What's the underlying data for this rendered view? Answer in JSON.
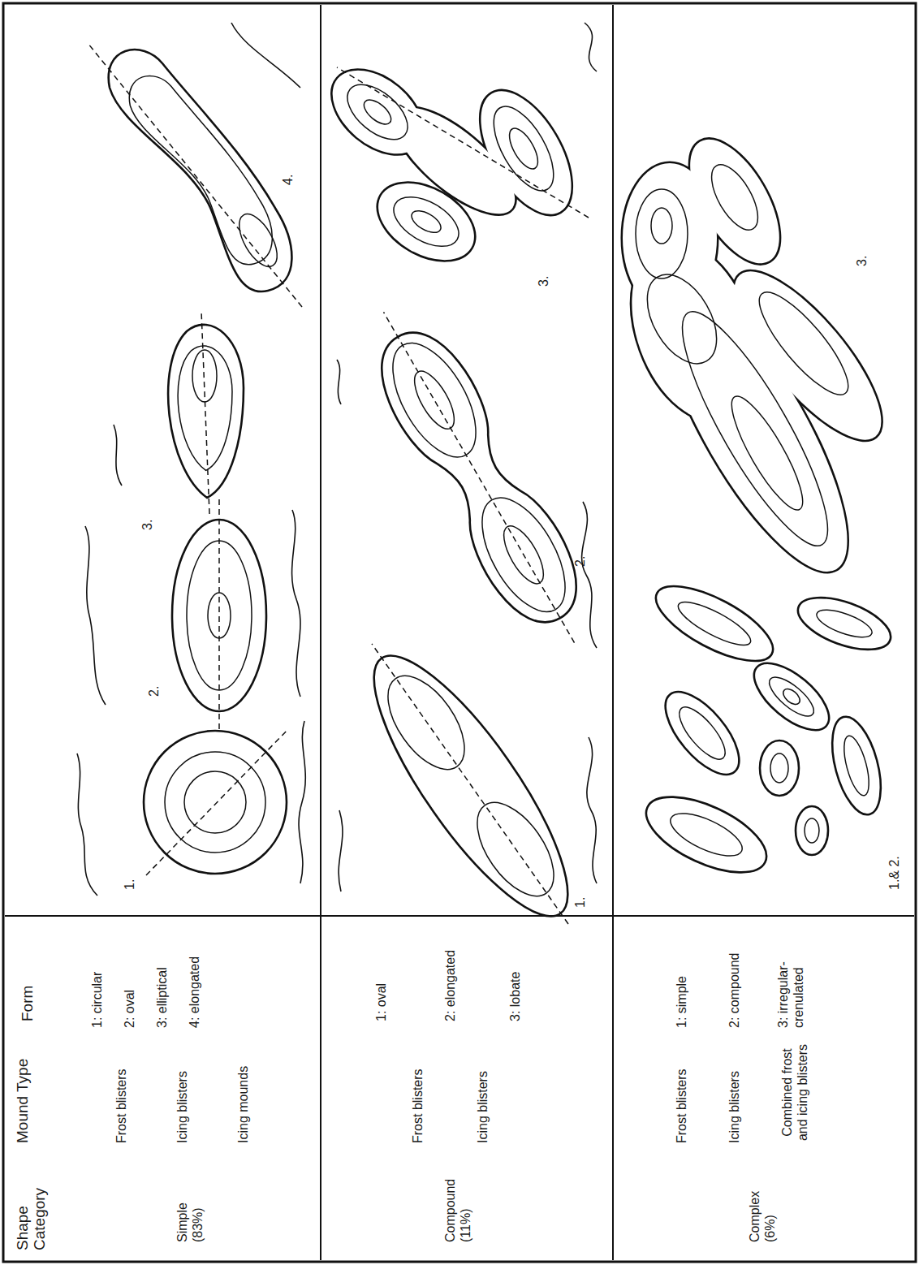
{
  "diagram": {
    "labels": [
      "Shape Category",
      "Mound Type",
      "Form",
      "Simple (83%)",
      "Frost blisters",
      "Icing blisters",
      "Icing mounds",
      "1: circular",
      "2: oval",
      "3: elliptical",
      "4: elongated",
      "1.",
      "2.",
      "3.",
      "4.",
      "Compound (11%)",
      "Frost blisters",
      "Icing blisters",
      "1: oval",
      "2: elongated",
      "3: lobate",
      "1.",
      "2.",
      "3.",
      "Complex (6%)",
      "Frost blisters",
      "Icing blisters",
      "Combined frost and icing blisters",
      "1: simple",
      "2: compound",
      "3: irregular-crenulated",
      "1.& 2.",
      "3."
    ]
  }
}
